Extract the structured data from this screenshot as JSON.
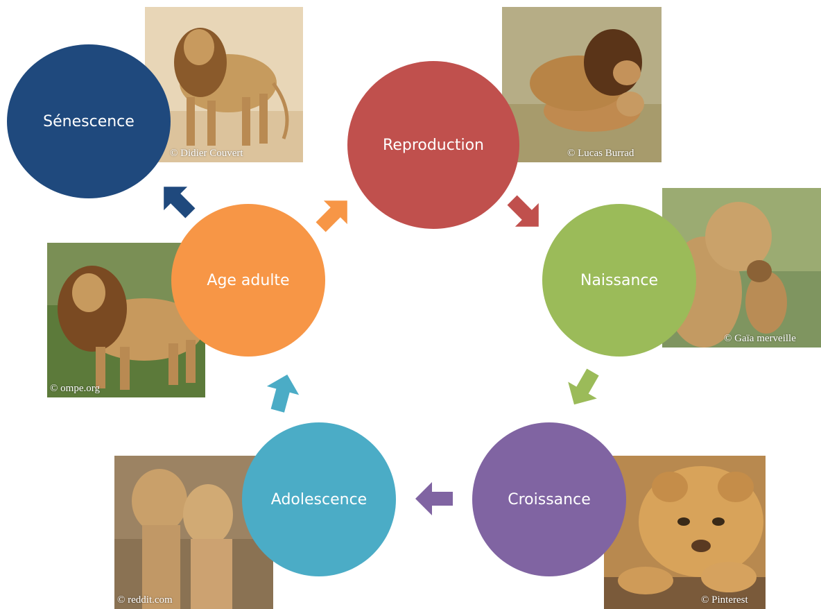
{
  "stages": {
    "senescence": {
      "label": "Sénescence",
      "color": "#1f497d"
    },
    "reproduction": {
      "label": "Reproduction",
      "color": "#c0504d"
    },
    "naissance": {
      "label": "Naissance",
      "color": "#9bbb59"
    },
    "croissance": {
      "label": "Croissance",
      "color": "#8064a2"
    },
    "adolescence": {
      "label": "Adolescence",
      "color": "#4bacc6"
    },
    "age_adulte": {
      "label": "Age adulte",
      "color": "#f79646"
    }
  },
  "photos": {
    "senescence": {
      "credit": "© Didier Couvert",
      "icon": "old-lion-photo"
    },
    "reproduction": {
      "credit": "© Lucas Burrad",
      "icon": "mating-lions-photo"
    },
    "naissance": {
      "credit": "© Gaïa merveille",
      "icon": "lioness-carrying-cub-photo"
    },
    "croissance": {
      "credit": "© Pinterest",
      "icon": "lion-cub-photo"
    },
    "adolescence": {
      "credit": "© reddit.com",
      "icon": "young-lions-photo"
    },
    "age_adulte": {
      "credit": "© ompe.org",
      "icon": "adult-lion-photo"
    }
  }
}
